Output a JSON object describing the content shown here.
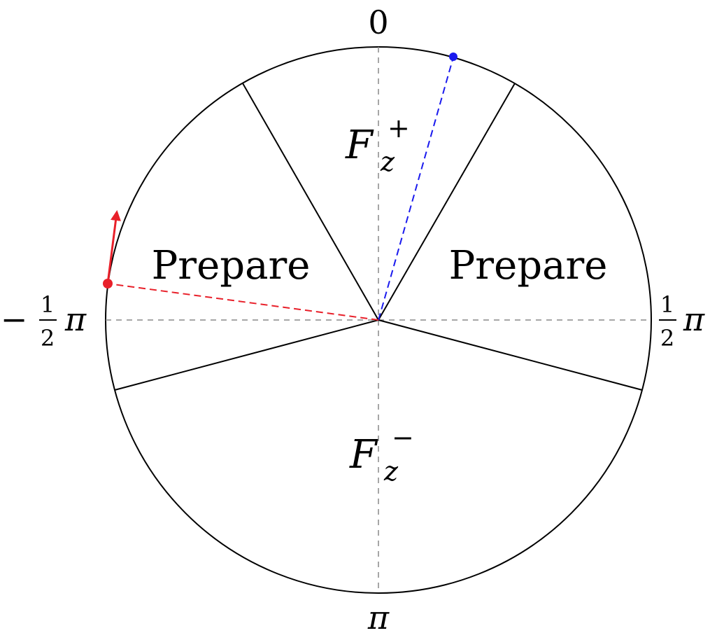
{
  "axis_labels": {
    "top": "0",
    "bottom": "π",
    "left": {
      "sign": "−",
      "numerator": "1",
      "denominator": "2",
      "symbol": "π"
    },
    "right": {
      "numerator": "1",
      "denominator": "2",
      "symbol": "π"
    }
  },
  "regions": {
    "left": {
      "label": "Prepare"
    },
    "right": {
      "label": "Prepare"
    },
    "top": {
      "main": "F",
      "subscript": "z",
      "superscript": "+"
    },
    "bottom": {
      "main": "F",
      "subscript": "z",
      "superscript": "−"
    }
  },
  "colors": {
    "outline": "#000000",
    "guide": "#888888",
    "blue_marker": "#1a1aee",
    "red_marker": "#e8202a"
  }
}
